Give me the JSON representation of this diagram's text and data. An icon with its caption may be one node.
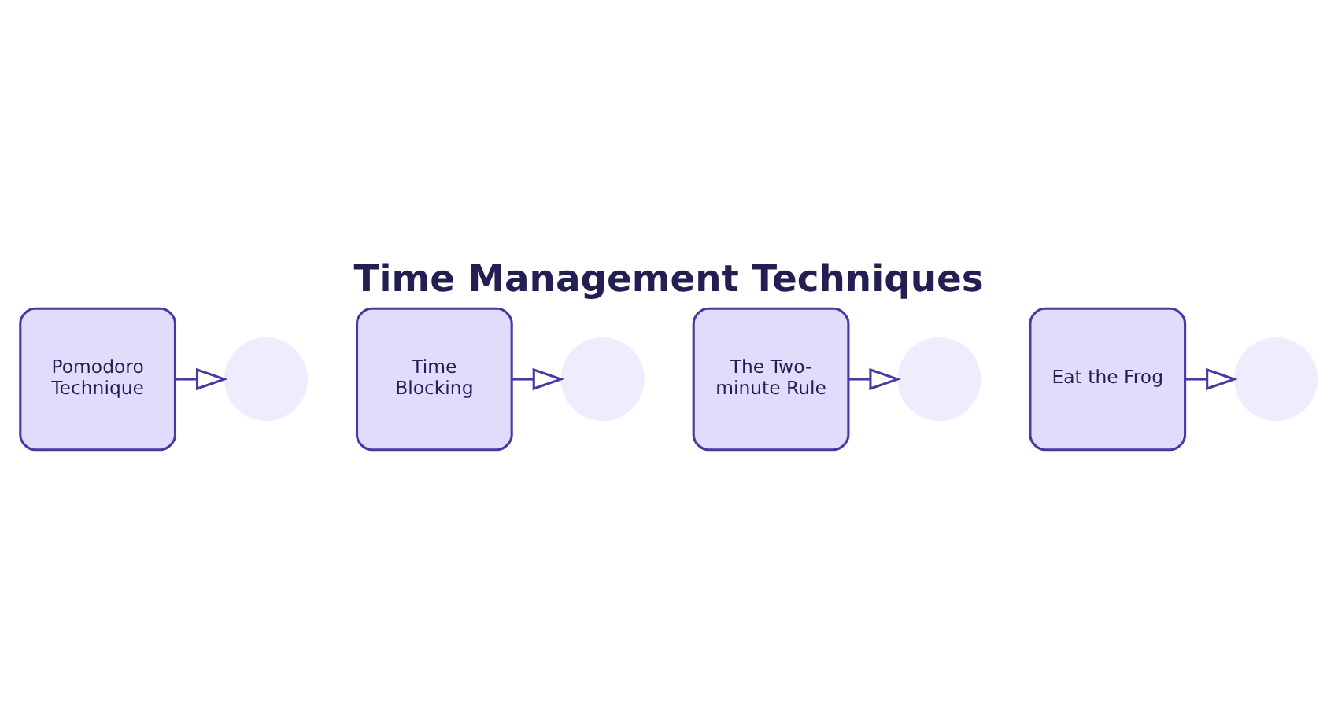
{
  "diagram": {
    "title": "Time Management Techniques",
    "nodes": [
      {
        "text": [
          "Pomodoro Technique"
        ]
      },
      {
        "text": [],
        "shape": "circle"
      },
      {
        "text": [
          "Time Blocking"
        ]
      },
      {
        "text": [],
        "shape": "circle"
      },
      {
        "text": [
          "The Two-minute Rule"
        ]
      },
      {
        "text": [],
        "shape": "circle"
      },
      {
        "text": [
          "Eat the Frog"
        ]
      },
      {
        "text": [],
        "shape": "circle"
      }
    ],
    "edges": [
      {
        "from": 0,
        "to": 1,
        "arrow": "to"
      },
      {
        "from": 2,
        "to": 3,
        "arrow": "to"
      },
      {
        "from": 4,
        "to": 5,
        "arrow": "to"
      },
      {
        "from": 6,
        "to": 7,
        "arrow": "to"
      }
    ]
  }
}
